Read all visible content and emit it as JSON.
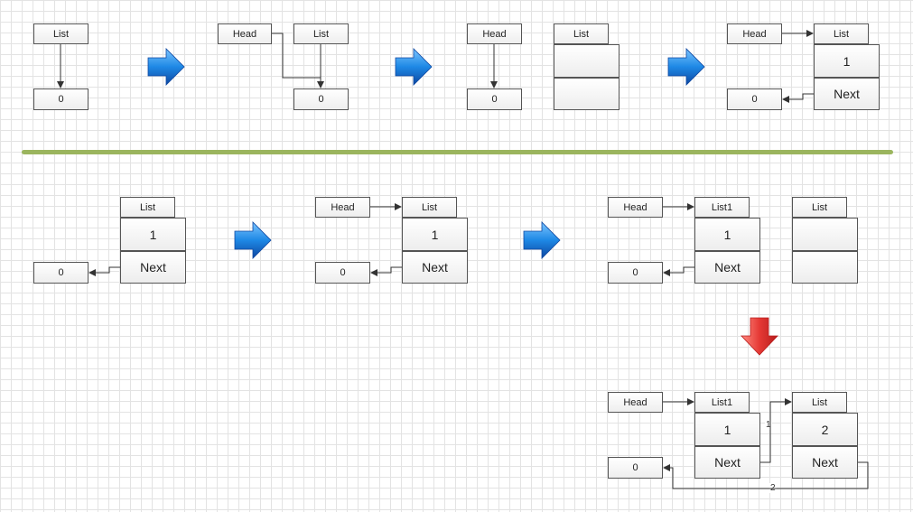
{
  "labels": {
    "list": "List",
    "list1": "List1",
    "head": "Head",
    "zero": "0",
    "one": "1",
    "two": "2",
    "next": "Next"
  },
  "connector_labels": {
    "first": "1",
    "second": "2"
  },
  "colors": {
    "divider": "#9bb55e",
    "blue_arrow": "#1e88e5",
    "red_arrow": "#e53935",
    "line": "#333333"
  }
}
